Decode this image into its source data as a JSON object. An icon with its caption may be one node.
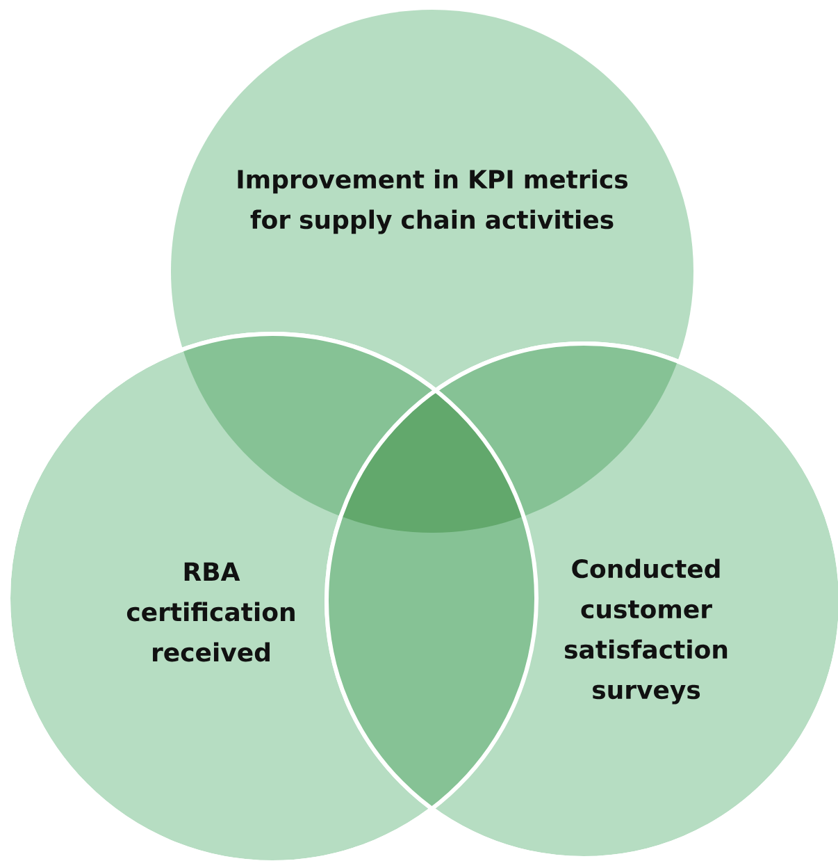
{
  "diagram": {
    "nodes": [
      {
        "text": [
          "Improvement in KPI metrics for supply chain activities"
        ]
      },
      {
        "text": [
          "RBA certification received"
        ]
      },
      {
        "text": [
          "Conducted customer satisfaction surveys"
        ]
      }
    ]
  }
}
